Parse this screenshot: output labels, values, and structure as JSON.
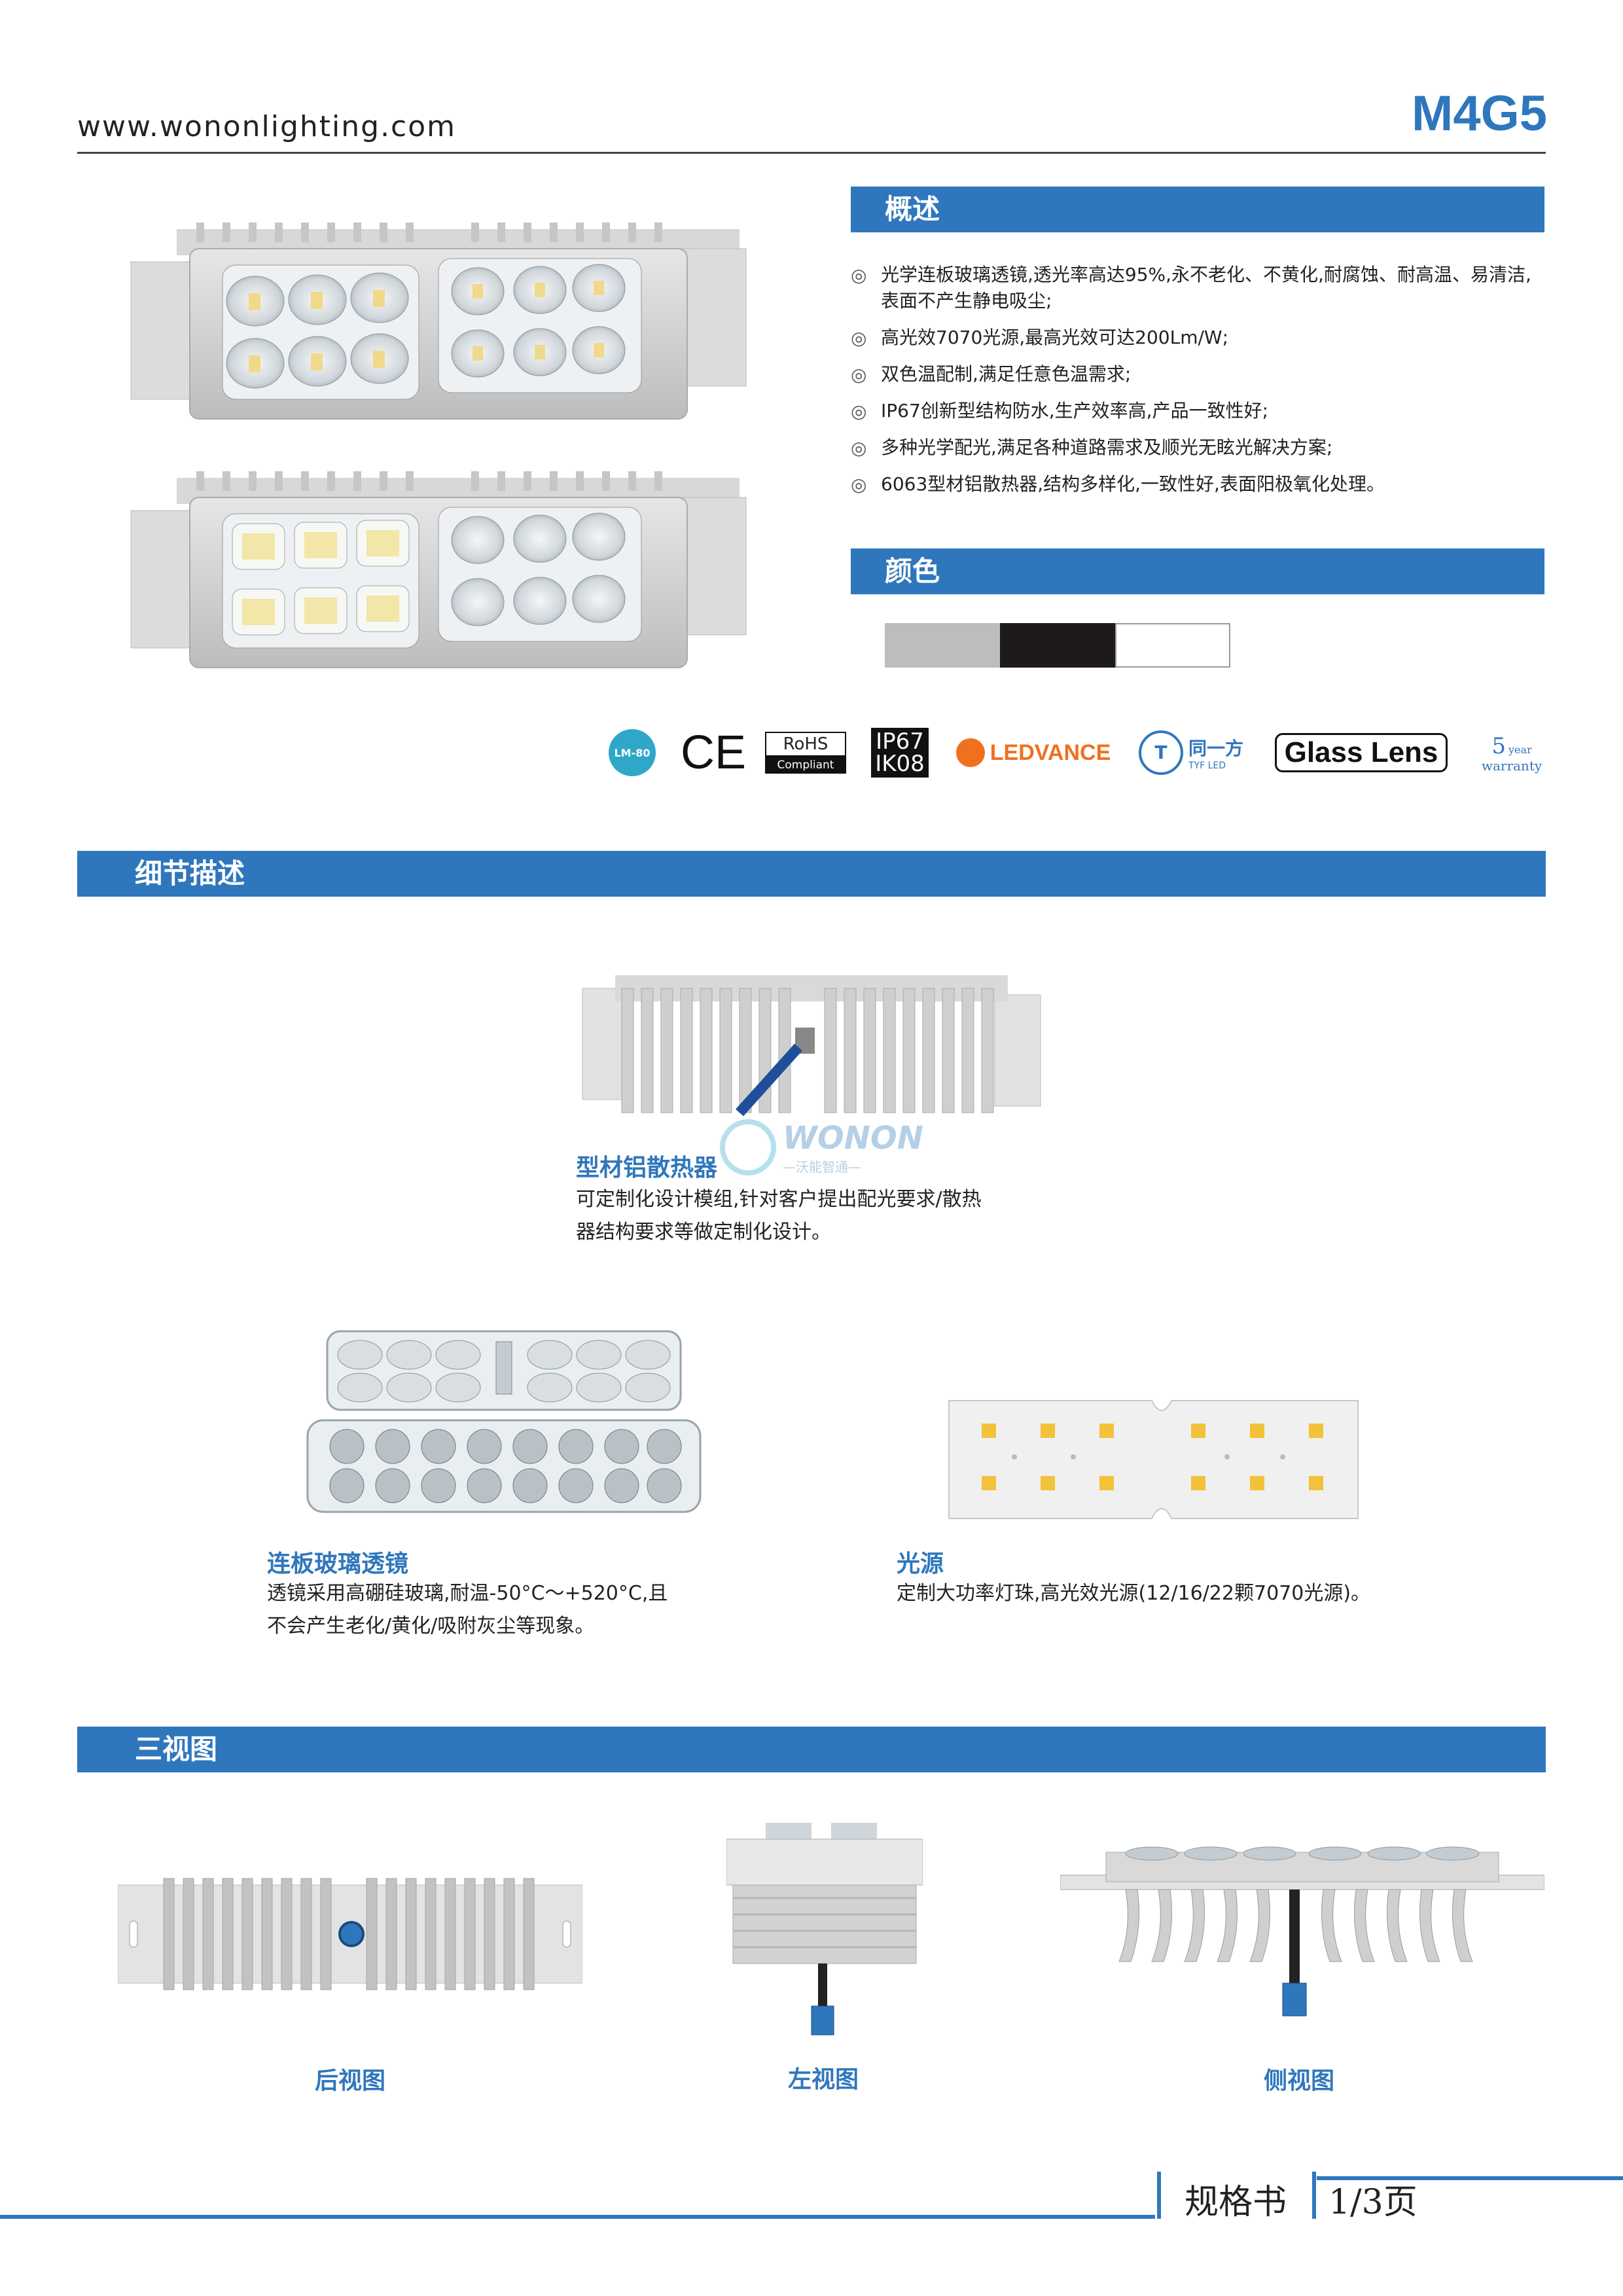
{
  "header": {
    "website": "www.wononlighting.com",
    "model": "M4G5"
  },
  "overview": {
    "title": "概述",
    "items": [
      "光学连板玻璃透镜,透光率高达95%,永不老化、不黄化,耐腐蚀、耐高温、易清洁,表面不产生静电吸尘;",
      "高光效7070光源,最高光效可达200Lm/W;",
      "双色温配制,满足任意色温需求;",
      "IP67创新型结构防水,生产效率高,产品一致性好;",
      "多种光学配光,满足各种道路需求及顺光无眩光解决方案;",
      "6063型材铝散热器,结构多样化,一致性好,表面阳极氧化处理。"
    ],
    "bullet": "◎"
  },
  "colors": {
    "title": "颜色",
    "swatches": [
      "#bdbdbd",
      "#1e1a19",
      "#ffffff"
    ]
  },
  "certs": {
    "lm80": "LM-80",
    "ce": "CE",
    "rohs": "RoHS",
    "rohs_sub": "Compliant",
    "ip": "IP67",
    "ik": "IK08",
    "ledvance": "LEDVANCE",
    "tyf_cn": "同一方",
    "tyf_en": "TYF LED",
    "glass": "Glass Lens",
    "warranty_num": "5",
    "warranty_year": "year",
    "warranty_word": "warranty"
  },
  "details": {
    "title": "细节描述",
    "heatsink_title": "型材铝散热器",
    "heatsink_text1": "可定制化设计模组,针对客户提出配光要求/散热",
    "heatsink_text2": "器结构要求等做定制化设计。",
    "watermark_brand": "WONON",
    "watermark_cn": "—沃能智通—",
    "lens_title": "连板玻璃透镜",
    "lens_text1": "透镜采用高硼硅玻璃,耐温-50°C～+520°C,且",
    "lens_text2": "不会产生老化/黄化/吸附灰尘等现象。",
    "source_title": "光源",
    "source_text": "定制大功率灯珠,高光效光源(12/16/22颗7070光源)。"
  },
  "views": {
    "title": "三视图",
    "back": "后视图",
    "left": "左视图",
    "side": "侧视图"
  },
  "footer": {
    "doc": "规格书",
    "page": "1/3页"
  },
  "accent": "#2f77bd"
}
